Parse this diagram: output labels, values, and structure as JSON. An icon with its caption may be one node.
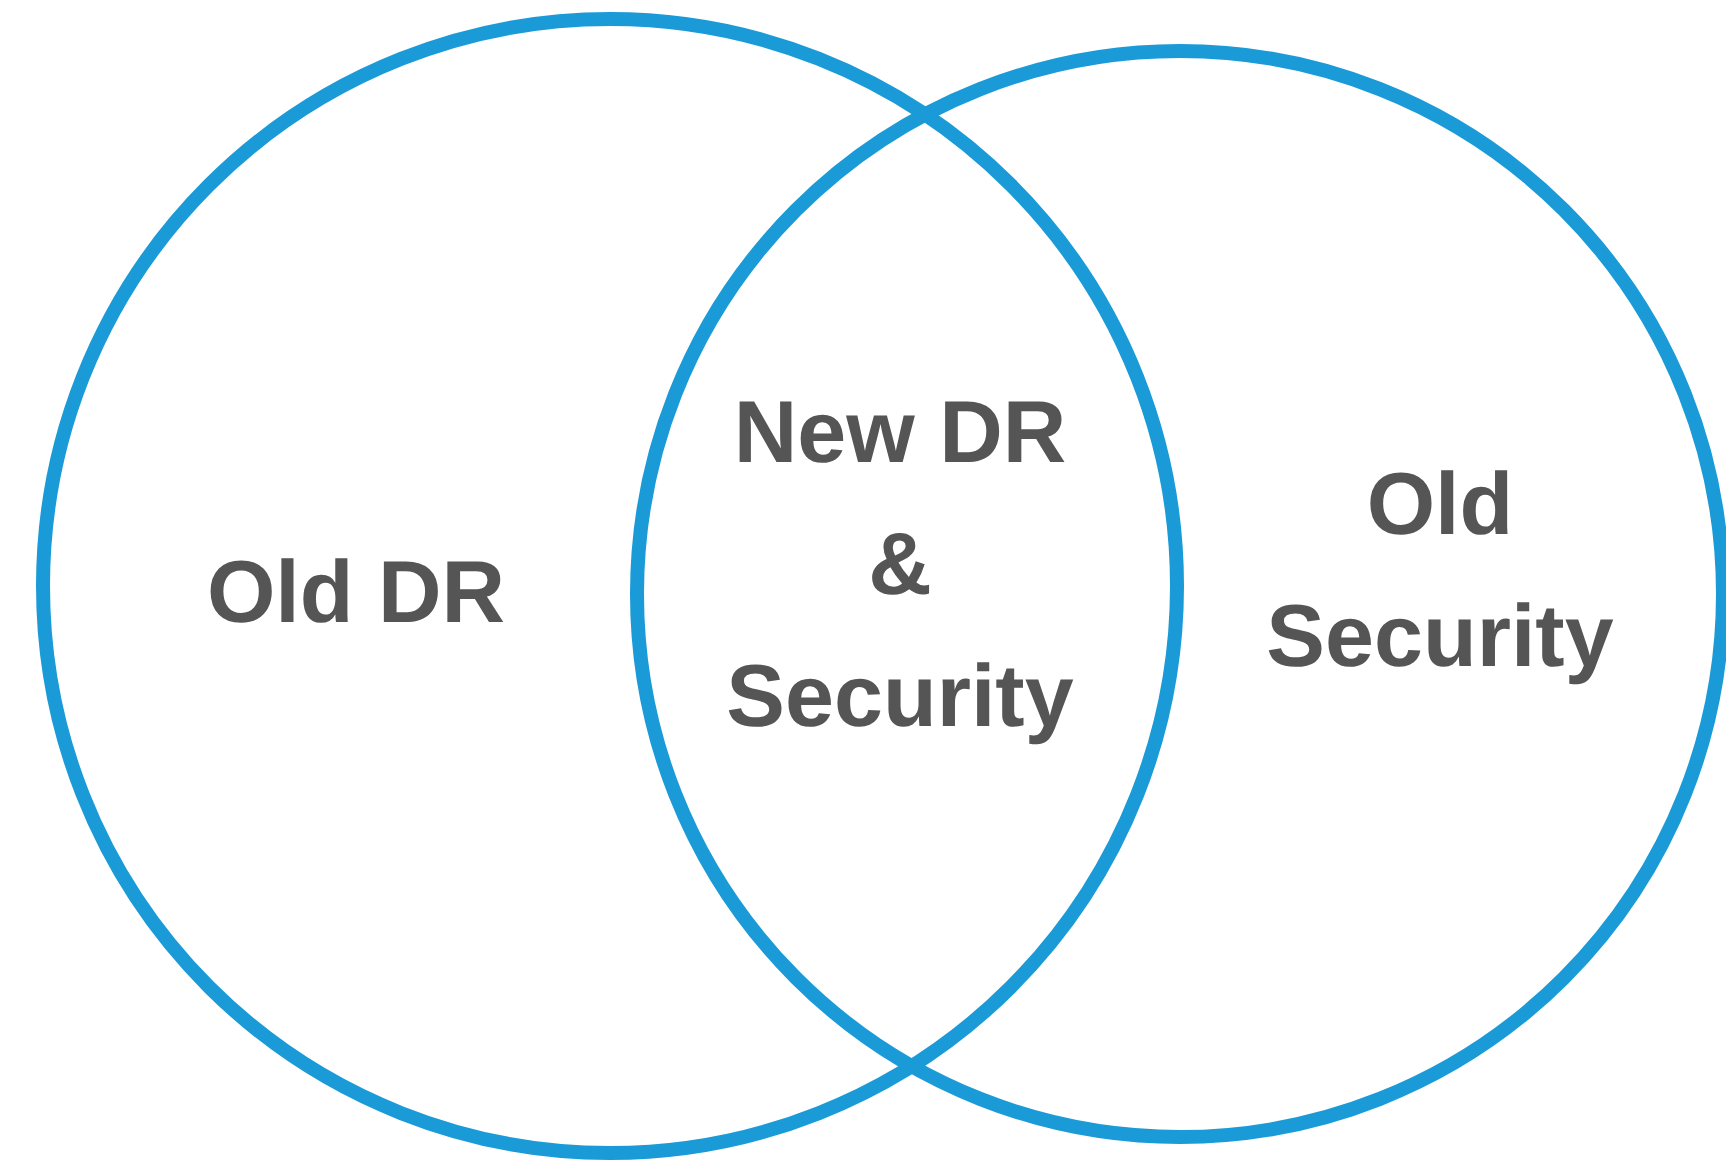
{
  "diagram": {
    "nodes": [
      {
        "text": [
          "Old DR"
        ]
      },
      {
        "text": [
          "Old Security"
        ]
      }
    ],
    "labels": [
      "New DR & Security"
    ]
  }
}
